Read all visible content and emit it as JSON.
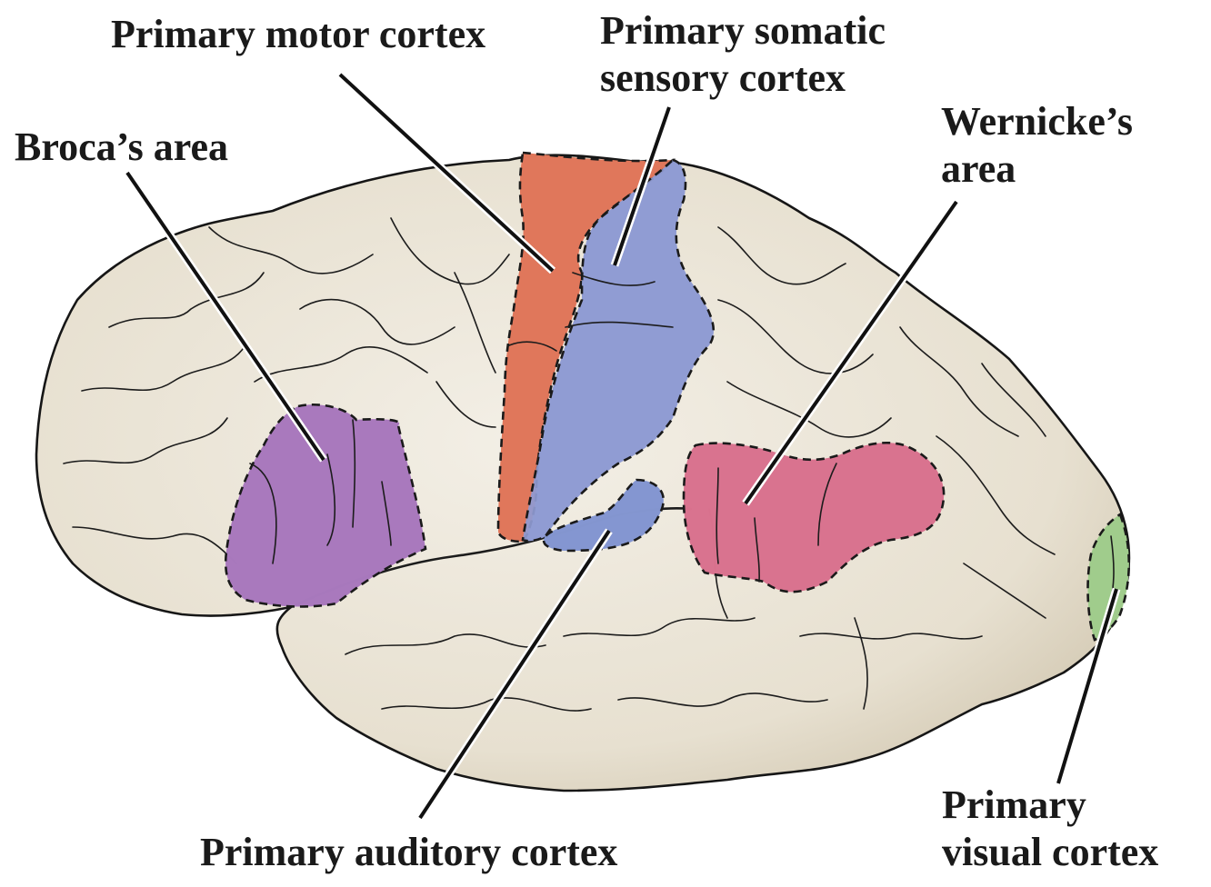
{
  "figure": {
    "subject": "Lateral view of the left cerebral hemisphere with functional areas",
    "surface_color": "#ece6d8",
    "surface_shadow": "#c9bfa8"
  },
  "regions": [
    {
      "id": "primary-motor-cortex",
      "label_lines": [
        "Primary motor cortex"
      ],
      "color": "#e0765a"
    },
    {
      "id": "primary-somatic-sensory-cortex",
      "label_lines": [
        "Primary somatic",
        "sensory cortex"
      ],
      "color": "#8f9bd3"
    },
    {
      "id": "brocas-area",
      "label_lines": [
        "Broca’s area"
      ],
      "color": "#a878bd"
    },
    {
      "id": "wernickes-area",
      "label_lines": [
        "Wernicke’s",
        "area"
      ],
      "color": "#d9728e"
    },
    {
      "id": "primary-auditory-cortex",
      "label_lines": [
        "Primary auditory cortex"
      ],
      "color": "#8396d0"
    },
    {
      "id": "primary-visual-cortex",
      "label_lines": [
        "Primary",
        "visual cortex"
      ],
      "color": "#9fcc8c"
    }
  ]
}
